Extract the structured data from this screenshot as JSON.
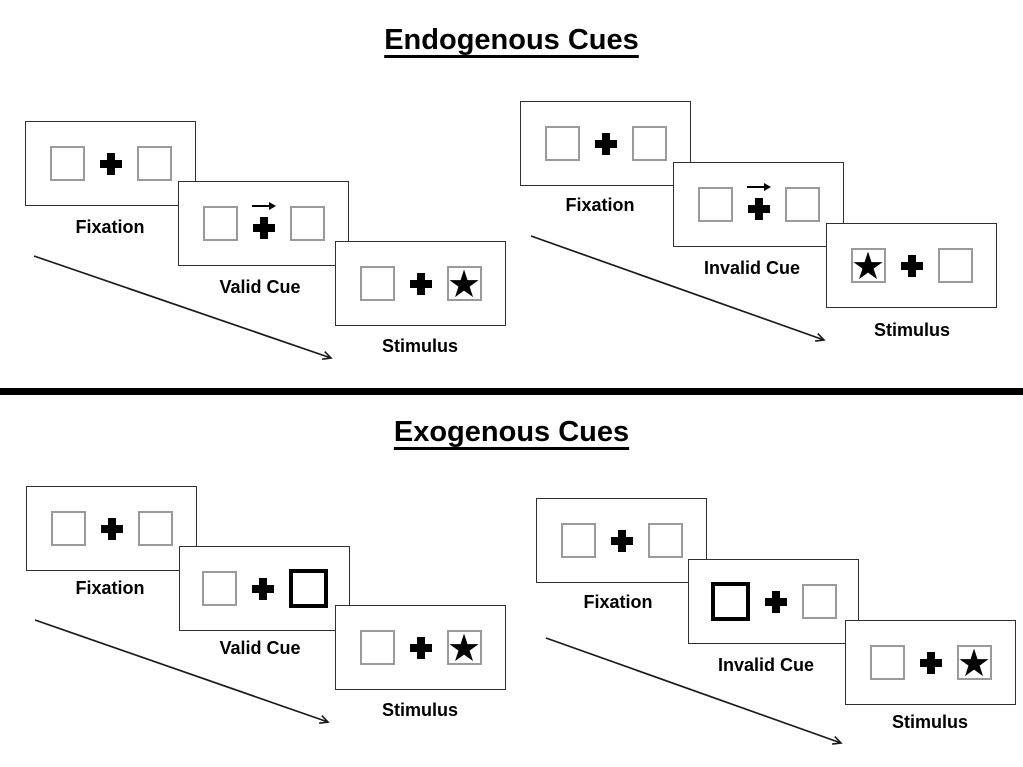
{
  "glyphs": {
    "star": "★"
  },
  "colors": {
    "ink": "#000000",
    "box_border": "#9a9a9a",
    "panel_border": "#2f2f2f"
  },
  "sections": [
    {
      "name": "endogenous",
      "title": "Endogenous Cues",
      "cue_style": "central-arrow-above-fixation-cross",
      "sequences": [
        {
          "name": "valid",
          "panels": [
            {
              "label": "Fixation",
              "left_box": "plain",
              "right_box": "plain",
              "center": "plus"
            },
            {
              "label": "Valid Cue",
              "left_box": "plain",
              "right_box": "plain",
              "center": "plus-with-arrow"
            },
            {
              "label": "Stimulus",
              "left_box": "plain",
              "right_box": "star",
              "center": "plus"
            }
          ]
        },
        {
          "name": "invalid",
          "panels": [
            {
              "label": "Fixation",
              "left_box": "plain",
              "right_box": "plain",
              "center": "plus"
            },
            {
              "label": "Invalid Cue",
              "left_box": "plain",
              "right_box": "plain",
              "center": "plus-with-arrow"
            },
            {
              "label": "Stimulus",
              "left_box": "star",
              "right_box": "plain",
              "center": "plus"
            }
          ]
        }
      ]
    },
    {
      "name": "exogenous",
      "title": "Exogenous Cues",
      "cue_style": "peripheral-thick-box",
      "sequences": [
        {
          "name": "valid",
          "panels": [
            {
              "label": "Fixation",
              "left_box": "plain",
              "right_box": "plain",
              "center": "plus"
            },
            {
              "label": "Valid Cue",
              "left_box": "plain",
              "right_box": "thick",
              "center": "plus"
            },
            {
              "label": "Stimulus",
              "left_box": "plain",
              "right_box": "star",
              "center": "plus"
            }
          ]
        },
        {
          "name": "invalid",
          "panels": [
            {
              "label": "Fixation",
              "left_box": "plain",
              "right_box": "plain",
              "center": "plus"
            },
            {
              "label": "Invalid Cue",
              "left_box": "thick",
              "right_box": "plain",
              "center": "plus"
            },
            {
              "label": "Stimulus",
              "left_box": "plain",
              "right_box": "star",
              "center": "plus"
            }
          ]
        }
      ]
    }
  ]
}
